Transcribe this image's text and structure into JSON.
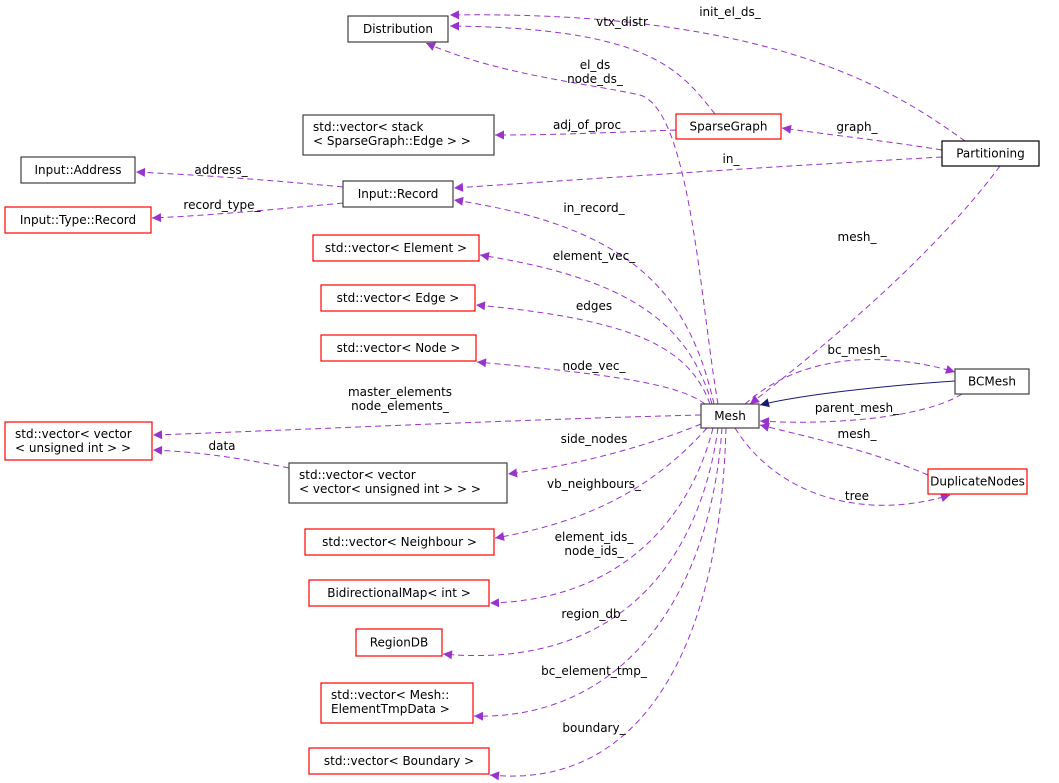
{
  "colors": {
    "member_edge": "#9a32cd",
    "inherit_edge": "#191970",
    "documented_border": "#404040",
    "undocumented_border": "#ff0000",
    "focus_fill": "#bfbfbf"
  },
  "nodes": [
    {
      "id": "distribution",
      "lines": [
        "Distribution"
      ],
      "border": "black"
    },
    {
      "id": "vec-stack",
      "lines": [
        "std::vector< stack",
        "< SparseGraph::Edge > >"
      ],
      "border": "black"
    },
    {
      "id": "input-address",
      "lines": [
        "Input::Address"
      ],
      "border": "black"
    },
    {
      "id": "input-record",
      "lines": [
        "Input::Record"
      ],
      "border": "black"
    },
    {
      "id": "input-type-record",
      "lines": [
        "Input::Type::Record"
      ],
      "border": "red"
    },
    {
      "id": "sparsegraph",
      "lines": [
        "SparseGraph"
      ],
      "border": "red"
    },
    {
      "id": "partitioning",
      "lines": [
        "Partitioning"
      ],
      "border": "focus"
    },
    {
      "id": "vec-element",
      "lines": [
        "std::vector< Element >"
      ],
      "border": "red"
    },
    {
      "id": "vec-edge",
      "lines": [
        "std::vector< Edge >"
      ],
      "border": "red"
    },
    {
      "id": "vec-node",
      "lines": [
        "std::vector< Node >"
      ],
      "border": "red"
    },
    {
      "id": "mesh",
      "lines": [
        "Mesh"
      ],
      "border": "black"
    },
    {
      "id": "bcmesh",
      "lines": [
        "BCMesh"
      ],
      "border": "black"
    },
    {
      "id": "duplicatenodes",
      "lines": [
        "DuplicateNodes"
      ],
      "border": "red"
    },
    {
      "id": "vec-vec-uint",
      "lines": [
        "std::vector< vector",
        "< unsigned int > >"
      ],
      "border": "red"
    },
    {
      "id": "vec-vec-vec-uint",
      "lines": [
        "std::vector< vector",
        "< vector< unsigned int > > >"
      ],
      "border": "black"
    },
    {
      "id": "vec-neighbour",
      "lines": [
        "std::vector< Neighbour >"
      ],
      "border": "red"
    },
    {
      "id": "bimap",
      "lines": [
        "BidirectionalMap< int >"
      ],
      "border": "red"
    },
    {
      "id": "regiondb",
      "lines": [
        "RegionDB"
      ],
      "border": "red"
    },
    {
      "id": "vec-elemtmp",
      "lines": [
        "std::vector< Mesh::",
        "ElementTmpData >"
      ],
      "border": "red"
    },
    {
      "id": "vec-boundary",
      "lines": [
        "std::vector< Boundary >"
      ],
      "border": "red"
    }
  ],
  "edges": [
    {
      "from": "partitioning",
      "to": "distribution",
      "label": [
        "init_el_ds_"
      ]
    },
    {
      "from": "sparsegraph",
      "to": "distribution",
      "label": [
        "vtx_distr"
      ]
    },
    {
      "from": "mesh",
      "to": "distribution",
      "label": [
        "el_ds",
        "node_ds_"
      ]
    },
    {
      "from": "sparsegraph",
      "to": "vec-stack",
      "label": [
        "adj_of_proc"
      ]
    },
    {
      "from": "partitioning",
      "to": "sparsegraph",
      "label": [
        "graph_"
      ]
    },
    {
      "from": "partitioning",
      "to": "input-record",
      "label": [
        "in_"
      ]
    },
    {
      "from": "input-record",
      "to": "input-address",
      "label": [
        "address_"
      ]
    },
    {
      "from": "input-record",
      "to": "input-type-record",
      "label": [
        "record_type_"
      ]
    },
    {
      "from": "mesh",
      "to": "input-record",
      "label": [
        "in_record_"
      ]
    },
    {
      "from": "partitioning",
      "to": "mesh",
      "label": [
        "mesh_"
      ]
    },
    {
      "from": "mesh",
      "to": "vec-element",
      "label": [
        "element_vec_"
      ]
    },
    {
      "from": "mesh",
      "to": "vec-edge",
      "label": [
        "edges"
      ]
    },
    {
      "from": "mesh",
      "to": "vec-node",
      "label": [
        "node_vec_"
      ]
    },
    {
      "from": "mesh",
      "to": "bcmesh",
      "label": [
        "bc_mesh_"
      ]
    },
    {
      "from": "bcmesh",
      "to": "mesh",
      "label": [],
      "kind": "inherit"
    },
    {
      "from": "bcmesh",
      "to": "mesh",
      "label": [
        "parent_mesh_"
      ]
    },
    {
      "from": "duplicatenodes",
      "to": "mesh",
      "label": [
        "mesh_"
      ]
    },
    {
      "from": "mesh",
      "to": "duplicatenodes",
      "label": [
        "tree"
      ]
    },
    {
      "from": "mesh",
      "to": "vec-vec-uint",
      "label": [
        "master_elements",
        "node_elements_"
      ]
    },
    {
      "from": "vec-vec-vec-uint",
      "to": "vec-vec-uint",
      "label": [
        "data"
      ]
    },
    {
      "from": "mesh",
      "to": "vec-vec-vec-uint",
      "label": [
        "side_nodes"
      ]
    },
    {
      "from": "mesh",
      "to": "vec-neighbour",
      "label": [
        "vb_neighbours_"
      ]
    },
    {
      "from": "mesh",
      "to": "bimap",
      "label": [
        "element_ids_",
        "node_ids_"
      ]
    },
    {
      "from": "mesh",
      "to": "regiondb",
      "label": [
        "region_db_"
      ]
    },
    {
      "from": "mesh",
      "to": "vec-elemtmp",
      "label": [
        "bc_element_tmp_"
      ]
    },
    {
      "from": "mesh",
      "to": "vec-boundary",
      "label": [
        "boundary_"
      ]
    }
  ]
}
